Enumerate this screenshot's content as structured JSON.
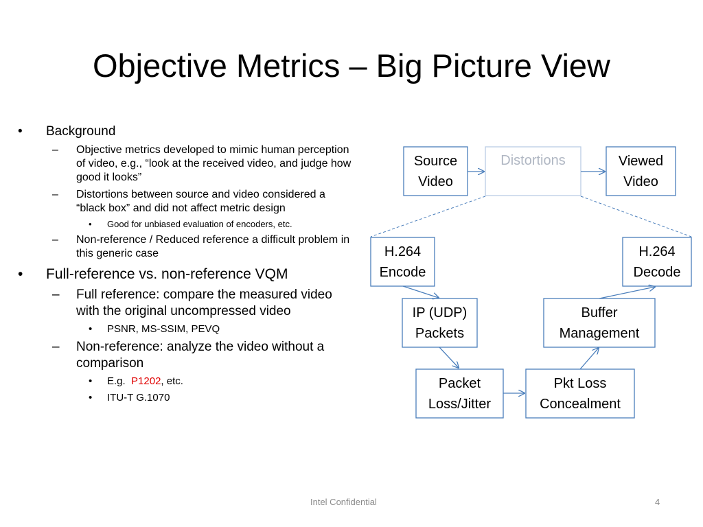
{
  "title": "Objective Metrics – Big Picture View",
  "bullets": {
    "background": "Background",
    "background_items": [
      "Objective metrics developed to mimic human perception of video, e.g., “look at the received video, and judge how good it looks”",
      "Distortions between source and video considered a “black box” and did not affect metric design",
      "Non-reference / Reduced reference a difficult problem in this generic case"
    ],
    "background_sub": "Good for unbiased evaluation of encoders, etc.",
    "vqm": "Full-reference vs. non-reference VQM",
    "full_ref": "Full reference: compare the measured video with the original uncompressed video",
    "full_ref_sub": "PSNR, MS-SSIM, PEVQ",
    "non_ref": "Non-reference: analyze the video without a comparison",
    "non_ref_sub1_prefix": "E.g.  ",
    "non_ref_sub1_highlight": "P1202",
    "non_ref_sub1_suffix": ", etc.",
    "non_ref_sub2": "ITU-T G.1070"
  },
  "diagram": {
    "source_video": "Source Video",
    "distortions": "Distortions",
    "viewed_video": "Viewed Video",
    "h264_encode": "H.264 Encode",
    "h264_decode": "H.264 Decode",
    "ip_packets": "IP (UDP) Packets",
    "buffer_management": "Buffer Management",
    "packet_loss": "Packet Loss/Jitter",
    "pkt_loss_concealment": "Pkt Loss Concealment"
  },
  "colors": {
    "box_border": "#4a7ebb",
    "faded_border": "#b9cde5",
    "faded_text": "#b0b7c3",
    "highlight": "#e00000"
  },
  "footer": {
    "center": "Intel Confidential",
    "page": "4"
  }
}
